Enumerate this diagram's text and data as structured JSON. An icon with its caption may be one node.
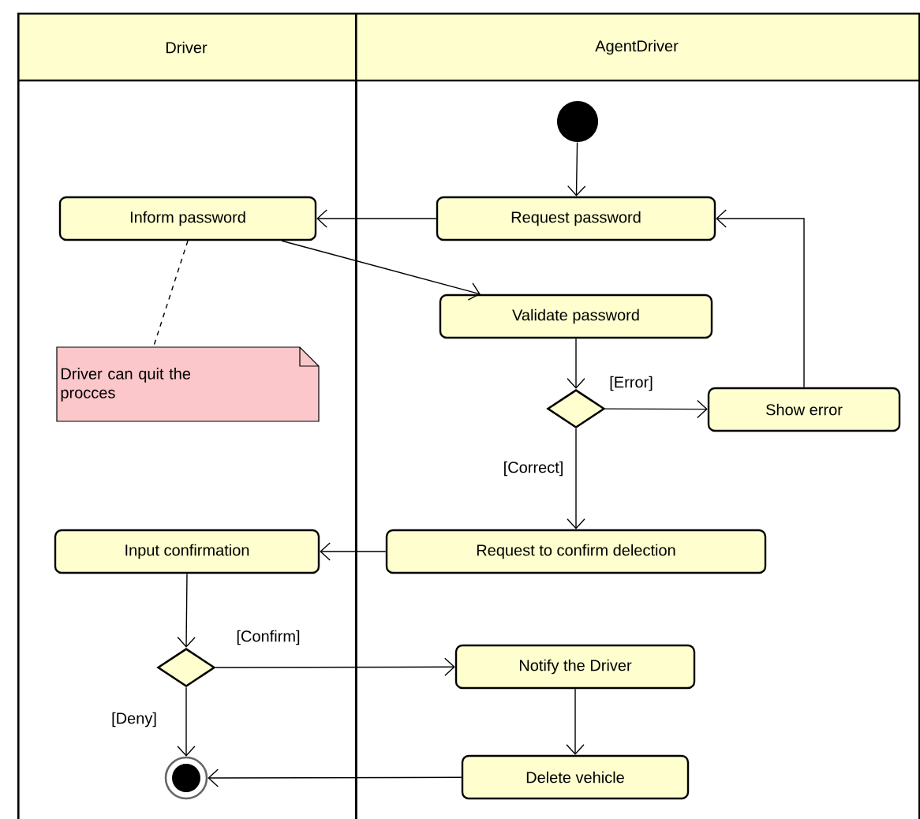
{
  "diagram": {
    "nodes": [
      {
        "text": [
          "Driver"
        ]
      },
      {
        "text": [
          "AgentDriver"
        ]
      },
      {
        "text": [],
        "shape": "circle",
        "in": 1
      },
      {
        "text": [
          "Inform password"
        ],
        "in": 0
      },
      {
        "text": [
          "Request password"
        ],
        "in": 1
      },
      {
        "text": [
          "Validate password"
        ],
        "in": 1
      },
      {
        "text": [
          "Driver can quit the procces"
        ],
        "in": 0
      },
      {
        "text": [],
        "shape": "diamond",
        "in": 1
      },
      {
        "text": [
          "Show error"
        ],
        "in": 1
      },
      {
        "text": [
          "Input confirmation"
        ],
        "in": 0
      },
      {
        "text": [
          "Request to confirm delection"
        ],
        "in": 1
      },
      {
        "text": [],
        "shape": "diamond",
        "in": 0
      },
      {
        "text": [
          "Notify the Driver"
        ],
        "in": 1
      },
      {
        "text": [],
        "shape": "circle",
        "in": 0
      },
      {
        "text": [
          "Delete vehicle"
        ],
        "in": 1
      }
    ],
    "edges": [
      {
        "from": 2,
        "to": 4,
        "arrow": "to"
      },
      {
        "from": 4,
        "to": 3,
        "arrow": "to"
      },
      {
        "from": 3,
        "to": 5,
        "arrow": "to"
      },
      {
        "from": 3,
        "to": 6,
        "arrow": "none",
        "style": "dashed"
      },
      {
        "from": 5,
        "to": 7,
        "arrow": "to"
      },
      {
        "from": 7,
        "to": 8,
        "arrow": "to",
        "label": "[Error]"
      },
      {
        "from": 8,
        "to": 4,
        "arrow": "to"
      },
      {
        "from": 7,
        "to": 10,
        "arrow": "to",
        "label": "[Correct]"
      },
      {
        "from": 10,
        "to": 9,
        "arrow": "to"
      },
      {
        "from": 9,
        "to": 11,
        "arrow": "to"
      },
      {
        "from": 11,
        "to": 12,
        "arrow": "to",
        "label": "[Confirm]"
      },
      {
        "from": 11,
        "to": 13,
        "arrow": "to",
        "label": "[Deny]"
      },
      {
        "from": 12,
        "to": 14,
        "arrow": "to"
      },
      {
        "from": 14,
        "to": 13,
        "arrow": "to"
      }
    ]
  }
}
